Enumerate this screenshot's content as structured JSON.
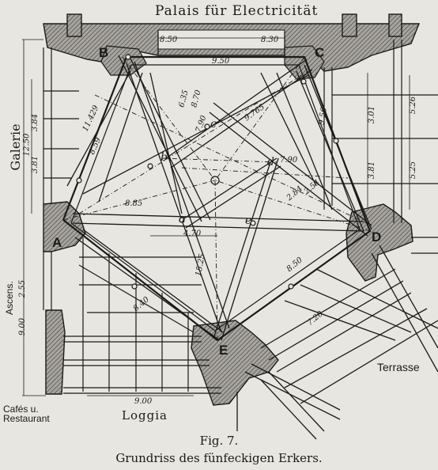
{
  "diagram": {
    "top_label": "Palais für Electricität",
    "left_label": "Galerie",
    "bottom_label": "Loggia",
    "right_label": "Terrasse",
    "bottom_left_label_line1": "Cafés u.",
    "bottom_left_label_line2": "Restaurant",
    "side_label": "Ascens.",
    "corners": [
      "A",
      "B",
      "C",
      "D",
      "E"
    ],
    "points": [
      "a",
      "b",
      "c",
      "d",
      "e"
    ],
    "dimensions": {
      "d_850": "8.50",
      "d_830": "8.30",
      "d_950": "9.50",
      "d_635": "6.35",
      "d_870": "8.70",
      "d_1429": "11.429",
      "d_859": "8.59",
      "d_790a": "7.90",
      "d_9765": "9.765",
      "d_956": "9.56",
      "d_301": "3.01",
      "d_526": "5.26",
      "d_384": "3.84",
      "d_1250": "12.50",
      "d_381a": "3.81",
      "d_381b": "3.81",
      "d_525": "5.25",
      "d_790b": "7.90",
      "d_284": "2.84",
      "d_254": "2.54",
      "d_885": "8.85",
      "d_470": "4.70",
      "d_1525": "15.25",
      "d_850b": "8.50",
      "d_255": "2.55",
      "d_900v": "9.00",
      "d_840": "8.40",
      "d_720": "7.20",
      "d_900h": "9.00"
    }
  },
  "caption": {
    "fig": "Fig. 7.",
    "title": "Grundriss des fünfeckigen Erkers."
  },
  "colors": {
    "paper": "#e8e6e0",
    "ink": "#1a1a1a",
    "wall_fill": "#9a9792"
  }
}
